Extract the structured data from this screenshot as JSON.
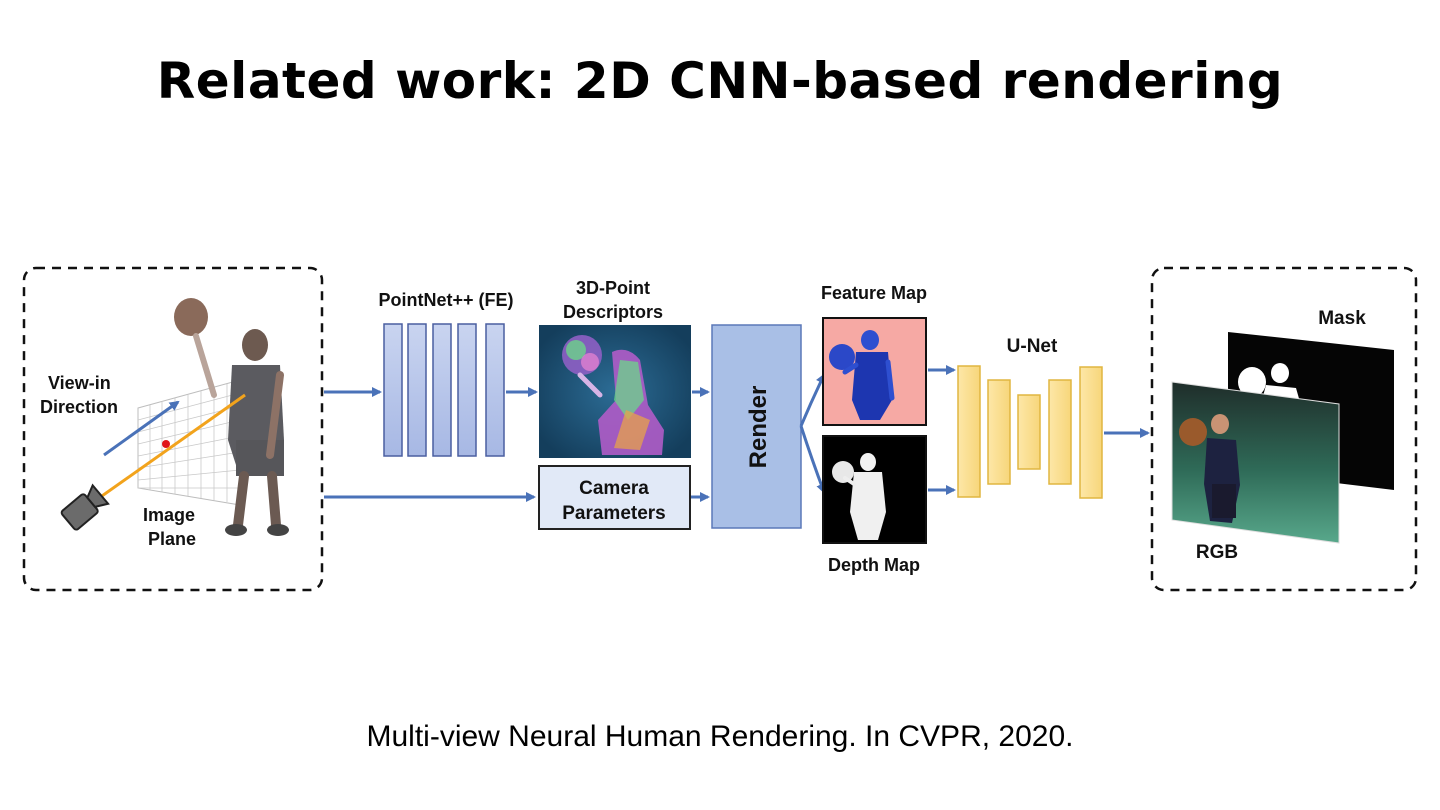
{
  "slide": {
    "title": "Related work: 2D CNN-based rendering",
    "citation": "Multi-view Neural Human Rendering. In CVPR, 2020."
  },
  "diagram": {
    "input_panel": {
      "view_label_line1": "View-in",
      "view_label_line2": "Direction",
      "plane_label_line1": "Image",
      "plane_label_line2": "Plane"
    },
    "pointnet_label": "PointNet++ (FE)",
    "descriptors_label_line1": "3D-Point",
    "descriptors_label_line2": "Descriptors",
    "camera_label_line1": "Camera",
    "camera_label_line2": "Parameters",
    "render_label": "Render",
    "feature_map_label": "Feature Map",
    "depth_map_label": "Depth Map",
    "unet_label": "U-Net",
    "output_panel": {
      "mask_label": "Mask",
      "rgb_label": "RGB"
    },
    "colors": {
      "arrow": "#4a72b8",
      "pointnet_fill": "#b8c6ea",
      "render_fill": "#a9bfe6",
      "unet_fill": "#fbe29a",
      "feature_bg": "#f6a9a4",
      "descriptor_bg": "#1a4f73",
      "camera_ray": "#f2a31c"
    }
  }
}
